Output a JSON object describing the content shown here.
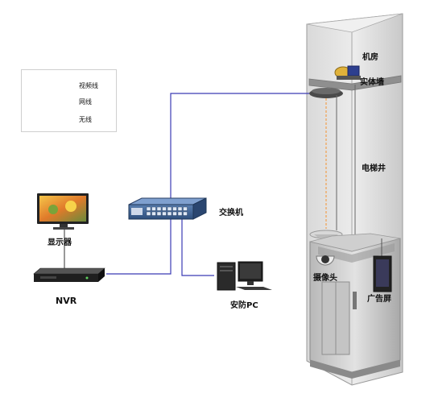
{
  "legend": {
    "items": [
      {
        "label": "视频线",
        "color": "#333333",
        "style": "solid"
      },
      {
        "label": "网线",
        "color": "#3b3bb5",
        "style": "solid"
      },
      {
        "label": "无线",
        "color": "#f0a050",
        "style": "dashed"
      }
    ]
  },
  "devices": {
    "monitor": "显示器",
    "nvr": "NVR",
    "switch": "交换机",
    "pc": "安防PC"
  },
  "elevator": {
    "machine_room": "机房",
    "solid_wall": "实体墙",
    "shaft": "电梯井",
    "camera": "摄像头",
    "ad_screen": "广告屏"
  },
  "colors": {
    "network": "#3b3bb5",
    "video": "#333333",
    "wireless": "#f0a050"
  }
}
